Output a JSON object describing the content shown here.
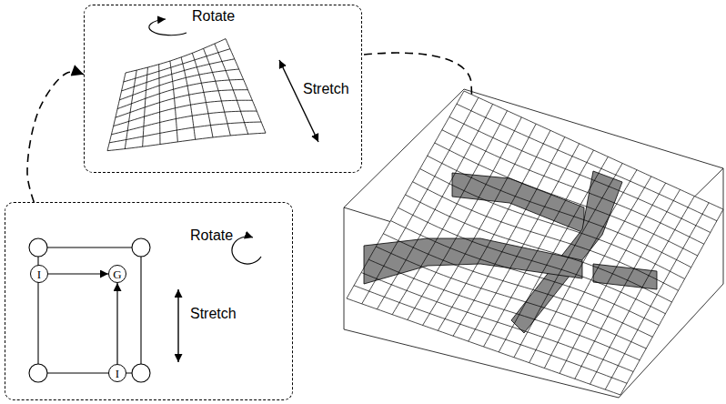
{
  "diagram": {
    "nodes": [
      {
        "text": [
          "Rotate",
          "Stretch"
        ]
      },
      {
        "text": [
          "Rotate",
          "Stretch"
        ]
      },
      {
        "text": [
          "I"
        ],
        "in": 1
      },
      {
        "text": [
          "G"
        ],
        "in": 1
      },
      {
        "text": [
          "I"
        ],
        "in": 1
      }
    ],
    "edges": [
      {
        "from": 1,
        "to": 0,
        "arrow": "to"
      },
      {
        "from": 2,
        "to": 3,
        "arrow": "to"
      },
      {
        "from": 4,
        "to": 3,
        "arrow": "to"
      }
    ]
  }
}
